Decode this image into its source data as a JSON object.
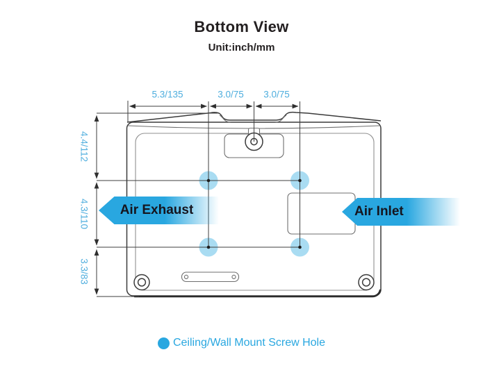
{
  "header": {
    "title": "Bottom View",
    "subtitle": "Unit:inch/mm"
  },
  "dimensions": {
    "top": [
      {
        "label": "5.3/135"
      },
      {
        "label": "3.0/75"
      },
      {
        "label": "3.0/75"
      }
    ],
    "left": [
      {
        "label": "4.4/112"
      },
      {
        "label": "4.3/110"
      },
      {
        "label": "3.3/83"
      }
    ]
  },
  "callouts": {
    "exhaust": "Air Exhaust",
    "inlet": "Air Inlet"
  },
  "legend": {
    "text": "Ceiling/Wall Mount Screw Hole"
  },
  "icons": {
    "screw_hole_marker": "filled-circle",
    "callout_arrow": "left-pointing-tag"
  },
  "colors": {
    "accent_blue": "#29A7E0",
    "light_blue": "#A9DCF2",
    "dim_blue": "#4FAEDE",
    "ink": "#231F20",
    "line_dark": "#3A3A3A",
    "callout_text": "#15151E"
  }
}
